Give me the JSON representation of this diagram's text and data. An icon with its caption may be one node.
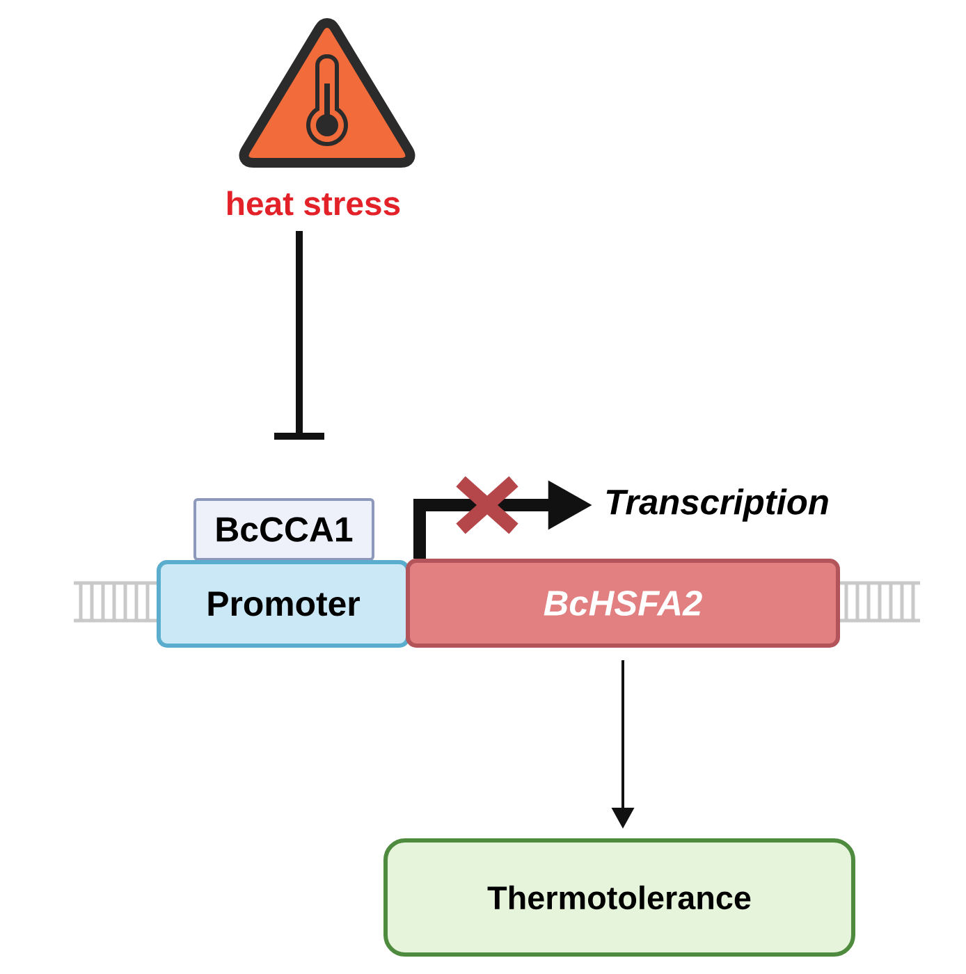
{
  "diagram": {
    "nodes": [
      {
        "text": [
          "heat stress"
        ]
      },
      {
        "text": [
          "BcCCA1"
        ]
      },
      {
        "text": [
          "Promoter"
        ]
      },
      {
        "text": [
          "BcHSFA2"
        ]
      },
      {
        "text": [
          "Transcription"
        ]
      },
      {
        "text": [
          "Thermotolerance"
        ]
      }
    ],
    "edges": [
      {
        "from": 0,
        "to": 1,
        "arrow": "other"
      },
      {
        "from": 3,
        "to": 4,
        "arrow": "to",
        "style": "thick"
      },
      {
        "from": 3,
        "to": 5,
        "arrow": "to"
      }
    ]
  }
}
